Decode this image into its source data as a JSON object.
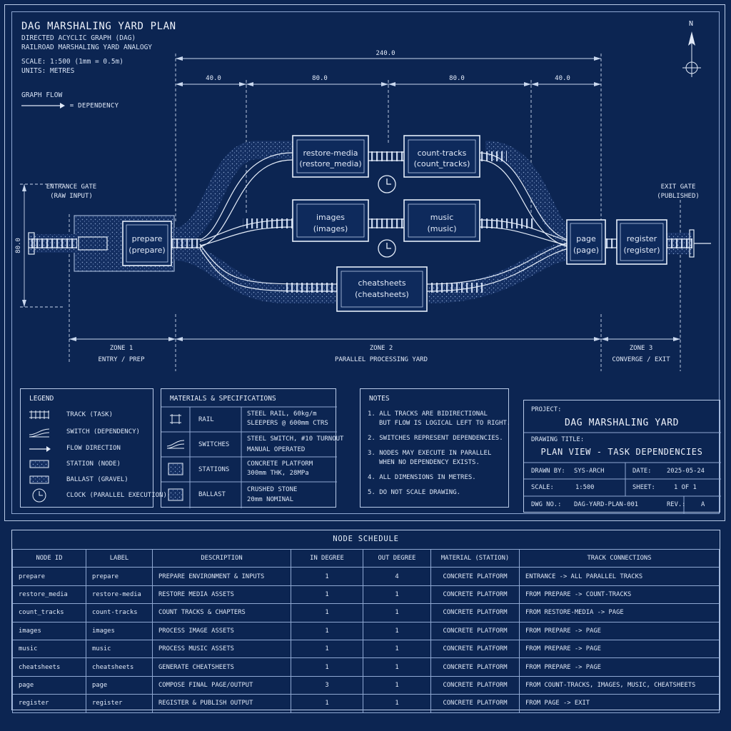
{
  "header": {
    "title": "DAG MARSHALING YARD PLAN",
    "subtitle1": "DIRECTED ACYCLIC GRAPH (DAG)",
    "subtitle2": "RAILROAD MARSHALING YARD ANALOGY",
    "scale": "SCALE: 1:500 (1mm = 0.5m)",
    "units": "UNITS: METRES",
    "graph_flow": "GRAPH FLOW",
    "dependency": "= DEPENDENCY",
    "north": "N"
  },
  "dimensions": {
    "total": "240.0",
    "seg1": "40.0",
    "seg2": "80.0",
    "seg3": "80.0",
    "seg4": "40.0",
    "height": "80.0"
  },
  "gates": {
    "entrance_line1": "ENTRANCE GATE",
    "entrance_line2": "(RAW INPUT)",
    "exit_line1": "EXIT GATE",
    "exit_line2": "(PUBLISHED)"
  },
  "nodes": {
    "prepare": {
      "label": "prepare",
      "id": "(prepare)"
    },
    "restore_media": {
      "label": "restore-media",
      "id": "(restore_media)"
    },
    "count_tracks": {
      "label": "count-tracks",
      "id": "(count_tracks)"
    },
    "images": {
      "label": "images",
      "id": "(images)"
    },
    "music": {
      "label": "music",
      "id": "(music)"
    },
    "cheatsheets": {
      "label": "cheatsheets",
      "id": "(cheatsheets)"
    },
    "page": {
      "label": "page",
      "id": "(page)"
    },
    "register": {
      "label": "register",
      "id": "(register)"
    }
  },
  "zones": {
    "zone1": "ZONE 1",
    "zone1_desc": "ENTRY / PREP",
    "zone2": "ZONE 2",
    "zone2_desc": "PARALLEL PROCESSING YARD",
    "zone3": "ZONE 3",
    "zone3_desc": "CONVERGE / EXIT"
  },
  "legend": {
    "title": "LEGEND",
    "items": [
      "TRACK (TASK)",
      "SWITCH (DEPENDENCY)",
      "FLOW DIRECTION",
      "STATION (NODE)",
      "BALLAST (GRAVEL)",
      "CLOCK (PARALLEL EXECUTION)"
    ]
  },
  "materials": {
    "title": "MATERIALS & SPECIFICATIONS",
    "rows": [
      {
        "name": "RAIL",
        "spec1": "STEEL RAIL, 60kg/m",
        "spec2": "SLEEPERS @ 600mm CTRS"
      },
      {
        "name": "SWITCHES",
        "spec1": "STEEL SWITCH, #10 TURNOUT",
        "spec2": "MANUAL OPERATED"
      },
      {
        "name": "STATIONS",
        "spec1": "CONCRETE PLATFORM",
        "spec2": "300mm THK, 28MPa"
      },
      {
        "name": "BALLAST",
        "spec1": "CRUSHED STONE",
        "spec2": "20mm NOMINAL"
      }
    ]
  },
  "notes": {
    "title": "NOTES",
    "items": [
      "1. ALL TRACKS ARE BIDIRECTIONAL",
      "BUT FLOW IS LOGICAL LEFT TO RIGHT.",
      "2. SWITCHES REPRESENT DEPENDENCIES.",
      "3. NODES MAY EXECUTE IN PARALLEL",
      "WHEN NO DEPENDENCY EXISTS.",
      "4. ALL DIMENSIONS IN METRES.",
      "5. DO NOT SCALE DRAWING."
    ]
  },
  "title_block": {
    "project_label": "PROJECT:",
    "project": "DAG MARSHALING YARD",
    "drawing_title_label": "DRAWING TITLE:",
    "drawing_title": "PLAN VIEW - TASK DEPENDENCIES",
    "drawn_by_label": "DRAWN BY:",
    "drawn_by": "SYS-ARCH",
    "date_label": "DATE:",
    "date": "2025-05-24",
    "scale_label": "SCALE:",
    "scale": "1:500",
    "sheet_label": "SHEET:",
    "sheet": "1 OF 1",
    "dwg_label": "DWG NO.:",
    "dwg": "DAG-YARD-PLAN-001",
    "rev_label": "REV.:",
    "rev": "A"
  },
  "schedule": {
    "title": "NODE SCHEDULE",
    "columns": [
      "NODE ID",
      "LABEL",
      "DESCRIPTION",
      "IN DEGREE",
      "OUT DEGREE",
      "MATERIAL (STATION)",
      "TRACK CONNECTIONS"
    ],
    "rows": [
      [
        "prepare",
        "prepare",
        "PREPARE ENVIRONMENT & INPUTS",
        "1",
        "4",
        "CONCRETE PLATFORM",
        "ENTRANCE -> ALL PARALLEL TRACKS"
      ],
      [
        "restore_media",
        "restore-media",
        "RESTORE MEDIA ASSETS",
        "1",
        "1",
        "CONCRETE PLATFORM",
        "FROM PREPARE -> COUNT-TRACKS"
      ],
      [
        "count_tracks",
        "count-tracks",
        "COUNT TRACKS & CHAPTERS",
        "1",
        "1",
        "CONCRETE PLATFORM",
        "FROM RESTORE-MEDIA -> PAGE"
      ],
      [
        "images",
        "images",
        "PROCESS IMAGE ASSETS",
        "1",
        "1",
        "CONCRETE PLATFORM",
        "FROM PREPARE -> PAGE"
      ],
      [
        "music",
        "music",
        "PROCESS MUSIC ASSETS",
        "1",
        "1",
        "CONCRETE PLATFORM",
        "FROM PREPARE -> PAGE"
      ],
      [
        "cheatsheets",
        "cheatsheets",
        "GENERATE CHEATSHEETS",
        "1",
        "1",
        "CONCRETE PLATFORM",
        "FROM PREPARE -> PAGE"
      ],
      [
        "page",
        "page",
        "COMPOSE FINAL PAGE/OUTPUT",
        "3",
        "1",
        "CONCRETE PLATFORM",
        "FROM COUNT-TRACKS, IMAGES, MUSIC, CHEATSHEETS"
      ],
      [
        "register",
        "register",
        "REGISTER & PUBLISH OUTPUT",
        "1",
        "1",
        "CONCRETE PLATFORM",
        "FROM PAGE -> EXIT"
      ]
    ]
  },
  "colors": {
    "background": "#0c2552",
    "line": "#b9cbe8"
  }
}
